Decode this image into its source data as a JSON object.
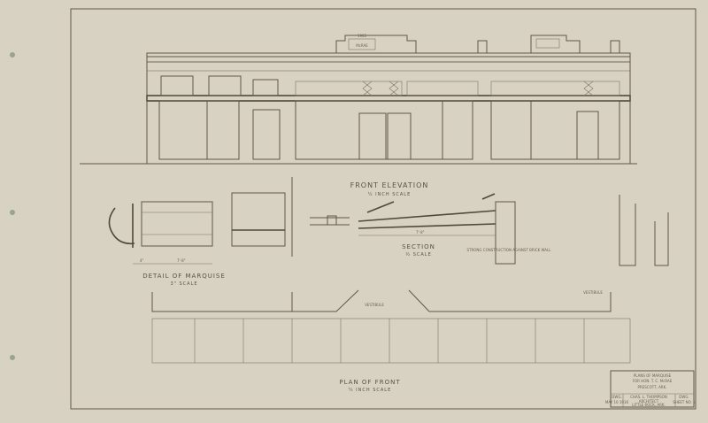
{
  "elevation": {
    "title": "FRONT ELEVATION",
    "scale": "¼ INCH SCALE",
    "sign": "McRAE",
    "date_panel": "1905"
  },
  "section": {
    "title": "SECTION",
    "scale": "½ SCALE",
    "dimension": "7'-8\"",
    "note": "STRONG CONSTRUCTION AGAINST BRICK WALL"
  },
  "detail": {
    "title": "DETAIL OF MARQUISE",
    "scale": "3\" SCALE",
    "dim_a": "4\"",
    "dim_b": "7'-8\""
  },
  "plan": {
    "title": "PLAN OF FRONT",
    "scale": "¼ INCH SCALE",
    "vestibule_left": "VESTIBULE",
    "vestibule_right": "VESTIBULE"
  },
  "title_block": {
    "line1": "PLANS OF MARQUISE",
    "line2": "FOR HON. T. C. McRAE",
    "line3": "PRESCOTT, ARK.",
    "architect": "CHAS. L. THOMPSON",
    "architect_title": "ARCHITECT",
    "architect_city": "LITTLE ROCK, ARK.",
    "left_box_top": "DWG.",
    "left_box_bottom": "MAY 10 1916",
    "right_box_top": "DWG.",
    "right_box_bottom": "SHEET NO. 1"
  },
  "colors": {
    "paper": "#d8d2c3",
    "ink": "#5f5849"
  }
}
